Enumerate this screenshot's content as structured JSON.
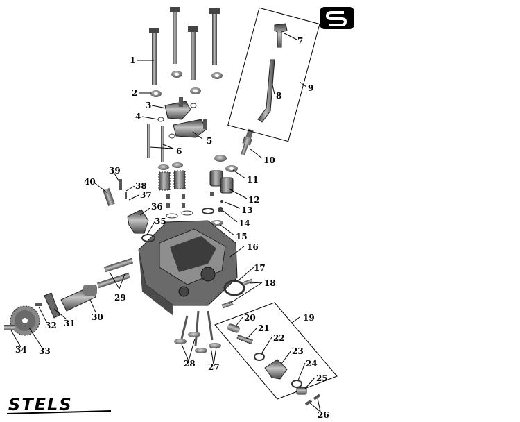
{
  "brand": {
    "wordmark": "STELS",
    "badge_letter": "S"
  },
  "callouts": {
    "c1": "1",
    "c2": "2",
    "c3": "3",
    "c4": "4",
    "c5": "5",
    "c6": "6",
    "c7": "7",
    "c8": "8",
    "c9": "9",
    "c10": "10",
    "c11": "11",
    "c12": "12",
    "c13": "13",
    "c14": "14",
    "c15": "15",
    "c16": "16",
    "c17": "17",
    "c18": "18",
    "c19": "19",
    "c20": "20",
    "c21": "21",
    "c22": "22",
    "c23": "23",
    "c24": "24",
    "c25": "25",
    "c26": "26",
    "c27": "27",
    "c28": "28",
    "c29": "29",
    "c30": "30",
    "c31": "31",
    "c32": "32",
    "c33": "33",
    "c34": "34",
    "c35": "35",
    "c36": "36",
    "c37": "37",
    "c38": "38",
    "c39": "39",
    "c40": "40"
  }
}
